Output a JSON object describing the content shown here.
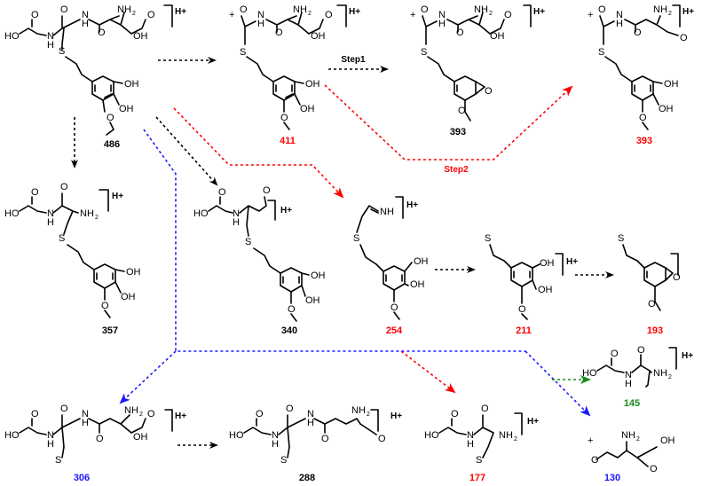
{
  "colors": {
    "black": "#000000",
    "red": "#ff0000",
    "blue": "#1a1aff",
    "green": "#1a8a1a"
  },
  "diagram_title": "",
  "charge": "H+",
  "steps": {
    "step1": "Step1",
    "step2": "Step2"
  },
  "atoms": {
    "O": "O",
    "N": "N",
    "H": "H",
    "S": "S",
    "NH2": "NH",
    "two": "2",
    "NH": "NH",
    "OH": "OH",
    "HO": "HO",
    "plus": "+"
  },
  "compounds": [
    {
      "id": "c486",
      "label": "486",
      "color": "black"
    },
    {
      "id": "c411",
      "label": "411",
      "color": "red"
    },
    {
      "id": "c393a",
      "label": "393",
      "color": "black"
    },
    {
      "id": "c393b",
      "label": "393",
      "color": "red"
    },
    {
      "id": "c357",
      "label": "357",
      "color": "black"
    },
    {
      "id": "c340",
      "label": "340",
      "color": "black"
    },
    {
      "id": "c254",
      "label": "254",
      "color": "red"
    },
    {
      "id": "c211",
      "label": "211",
      "color": "red"
    },
    {
      "id": "c193",
      "label": "193",
      "color": "red"
    },
    {
      "id": "c306",
      "label": "306",
      "color": "blue"
    },
    {
      "id": "c288",
      "label": "288",
      "color": "black"
    },
    {
      "id": "c177",
      "label": "177",
      "color": "red"
    },
    {
      "id": "c145",
      "label": "145",
      "color": "green"
    },
    {
      "id": "c130",
      "label": "130",
      "color": "blue"
    }
  ]
}
